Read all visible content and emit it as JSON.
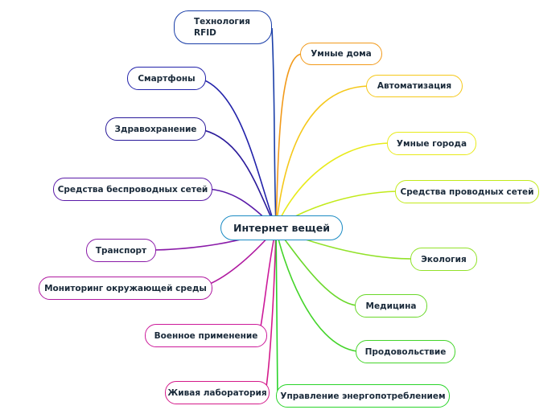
{
  "diagram": {
    "center": {
      "label": "Интернет вещей",
      "color": "#1b8bc4"
    },
    "branches": [
      {
        "id": "rfid",
        "label": "Технология\nRFID",
        "color": "#1a3ea8"
      },
      {
        "id": "smartphones",
        "label": "Смартфоны",
        "color": "#2222aa"
      },
      {
        "id": "healthcare",
        "label": "Здравохранение",
        "color": "#2a1a9a"
      },
      {
        "id": "wireless",
        "label": "Средства беспроводных сетей",
        "color": "#5a1aa8"
      },
      {
        "id": "transport",
        "label": "Транспорт",
        "color": "#8a1aa8"
      },
      {
        "id": "env-monitoring",
        "label": "Мониторинг окружающей среды",
        "color": "#b01aa0"
      },
      {
        "id": "military",
        "label": "Военное применение",
        "color": "#cc1a9a"
      },
      {
        "id": "living-lab",
        "label": "Живая лаборатория",
        "color": "#d41a8a"
      },
      {
        "id": "smart-homes",
        "label": "Умные дома",
        "color": "#f29a1a"
      },
      {
        "id": "automation",
        "label": "Автоматизация",
        "color": "#f5c81a"
      },
      {
        "id": "smart-cities",
        "label": "Умные города",
        "color": "#e8ea1a"
      },
      {
        "id": "wired",
        "label": "Средства проводных сетей",
        "color": "#c2ea1a"
      },
      {
        "id": "ecology",
        "label": "Экология",
        "color": "#92e22a"
      },
      {
        "id": "medicine",
        "label": "Медицина",
        "color": "#6ad82a"
      },
      {
        "id": "food",
        "label": "Продовольствие",
        "color": "#44d42a"
      },
      {
        "id": "energy",
        "label": "Управление энергопотреблением",
        "color": "#2ad42a"
      }
    ]
  }
}
